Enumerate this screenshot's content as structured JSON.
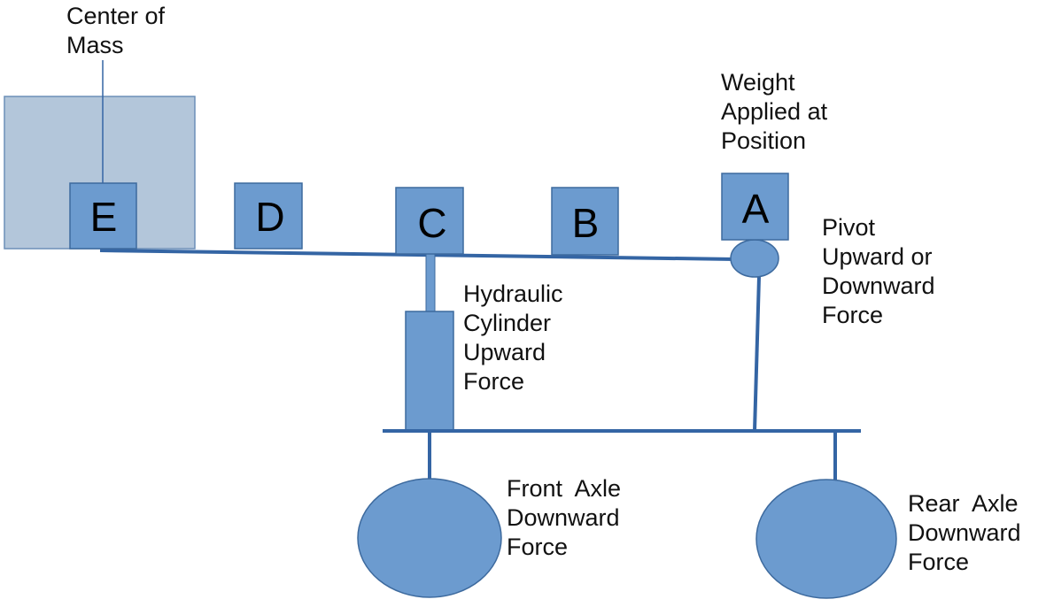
{
  "colors": {
    "node_fill": "#6c9bcf",
    "node_stroke": "#3d6a9e",
    "line": "#3465a4",
    "mass_fill": "#b3c6da",
    "mass_stroke": "#6c8fb8",
    "text": "#111111"
  },
  "labels": {
    "center_of_mass": "Center of\nMass",
    "weight_applied": "Weight\nApplied at\nPosition",
    "pivot": "Pivot\nUpward or\nDownward\nForce",
    "hydraulic": "Hydraulic\nCylinder\nUpward\nForce",
    "front_axle": "Front  Axle\nDownward\nForce",
    "rear_axle": "Rear  Axle\nDownward\nForce"
  },
  "positions": [
    {
      "letter": "E"
    },
    {
      "letter": "D"
    },
    {
      "letter": "C"
    },
    {
      "letter": "B"
    },
    {
      "letter": "A"
    }
  ]
}
